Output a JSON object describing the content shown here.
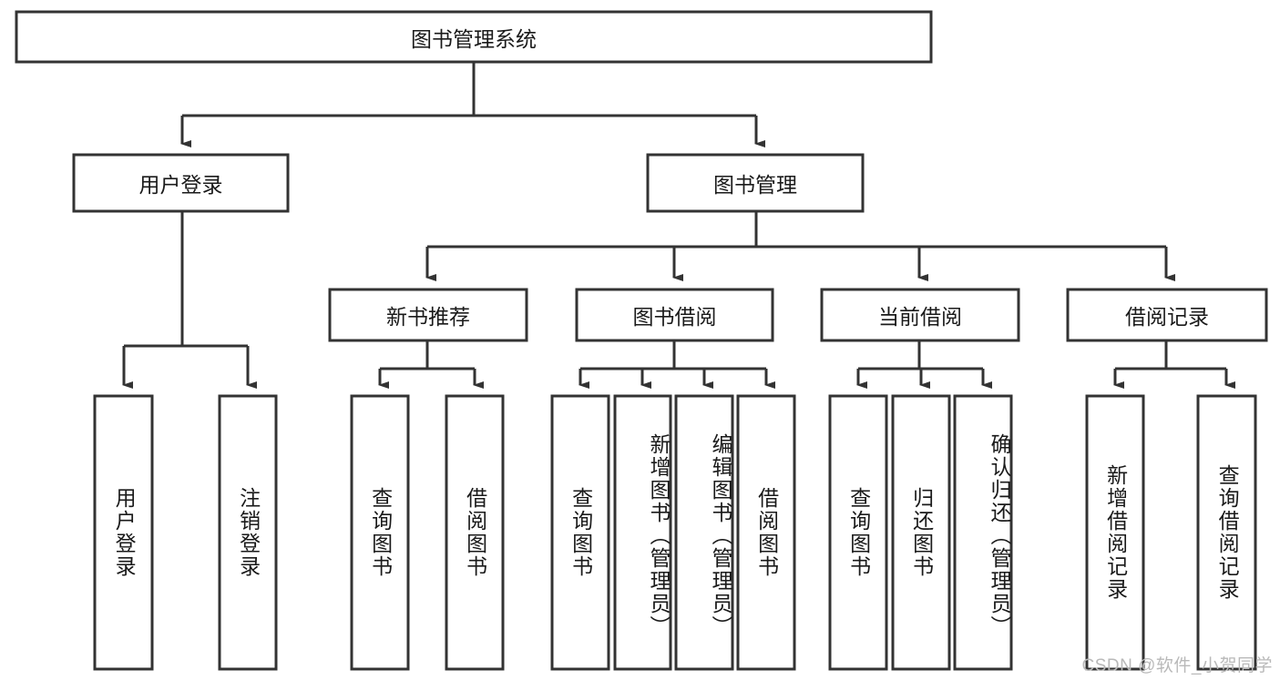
{
  "diagram": {
    "type": "tree-hierarchy",
    "title": "图书管理系统",
    "orientation": "top-down",
    "colors": {
      "box_stroke": "#333333",
      "box_fill": "#ffffff",
      "text": "#1a1a1a",
      "background": "#ffffff",
      "watermark": "#b9b9b9"
    },
    "root": {
      "label": "图书管理系统"
    },
    "level2": [
      {
        "label": "用户登录"
      },
      {
        "label": "图书管理"
      }
    ],
    "level3": [
      {
        "label": "新书推荐"
      },
      {
        "label": "图书借阅"
      },
      {
        "label": "当前借阅"
      },
      {
        "label": "借阅记录"
      }
    ],
    "leaves": {
      "user_login": [
        {
          "label": "用户登录"
        },
        {
          "label": "注销登录"
        }
      ],
      "new_book_recommend": [
        {
          "label": "查询图书"
        },
        {
          "label": "借阅图书"
        }
      ],
      "book_borrow": [
        {
          "label": "查询图书"
        },
        {
          "label": "新增图书（管理员）"
        },
        {
          "label": "编辑图书（管理员）"
        },
        {
          "label": "借阅图书"
        }
      ],
      "current_borrow": [
        {
          "label": "查询图书"
        },
        {
          "label": "归还图书"
        },
        {
          "label": "确认归还（管理员）"
        }
      ],
      "borrow_records": [
        {
          "label": "新增借阅记录"
        },
        {
          "label": "查询借阅记录"
        }
      ]
    },
    "watermark": "CSDN @软件_小贺同学"
  }
}
